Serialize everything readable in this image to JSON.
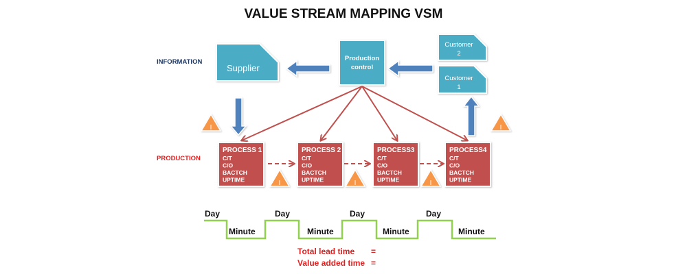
{
  "title": "VALUE STREAM MAPPING VSM",
  "labels": {
    "information": "INFORMATION",
    "production": "PRODUCTION"
  },
  "supplier": "Supplier",
  "production_control": {
    "line1": "Production",
    "line2": "control"
  },
  "customers": [
    {
      "line1": "Customer",
      "line2": "2"
    },
    {
      "line1": "Customer",
      "line2": "1"
    }
  ],
  "processes": [
    {
      "name": "PROCESS 1",
      "lines": [
        "C/T",
        "C/O",
        "BACTCH",
        "UPTIME"
      ]
    },
    {
      "name": "PROCESS 2",
      "lines": [
        "C/T",
        "C/O",
        "BACTCH",
        "UPTIME"
      ]
    },
    {
      "name": "PROCESS3",
      "lines": [
        "C/T",
        "C/O",
        "BACTCH",
        "UPTIME"
      ]
    },
    {
      "name": "PROCESS4",
      "lines": [
        "C/T",
        "C/O",
        "BACTCH",
        "UPTIME"
      ]
    }
  ],
  "inventory_symbol": "I",
  "timeline": {
    "day": "Day",
    "minute": "Minute"
  },
  "summary": {
    "total_lead_time": "Total lead time",
    "value_added_time": "Value added time",
    "equals": "="
  },
  "colors": {
    "info_box": "#4bacc6",
    "process_box": "#c0504d",
    "info_arrow": "#4f81bd",
    "inventory": "#f79646",
    "timeline": "#92d050",
    "summary_text": "#e02020",
    "information_label": "#1f3864",
    "production_label": "#e02020"
  }
}
